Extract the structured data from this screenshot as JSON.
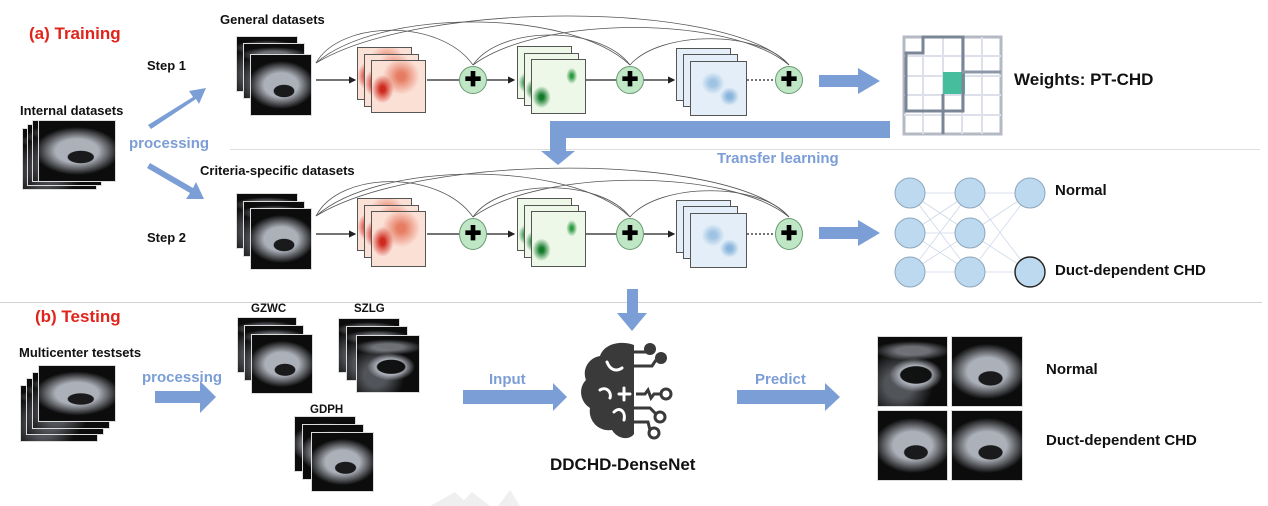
{
  "sections": {
    "training": "(a) Training",
    "testing": "(b) Testing"
  },
  "training": {
    "internal_datasets": "Internal datasets",
    "processing": "processing",
    "step1": "Step 1",
    "step2": "Step 2",
    "general_datasets": "General datasets",
    "criteria_datasets": "Criteria-specific datasets",
    "weights_label": "Weights: PT-CHD",
    "transfer_learning": "Transfer learning",
    "outputs": [
      "Normal",
      "Duct-dependent CHD"
    ]
  },
  "testing": {
    "multicenter": "Multicenter testsets",
    "processing": "processing",
    "centers": [
      "GZWC",
      "SZLG",
      "GDPH"
    ],
    "input": "Input",
    "model_name": "DDCHD-DenseNet",
    "predict": "Predict",
    "outputs": [
      "Normal",
      "Duct-dependent CHD"
    ]
  },
  "colors": {
    "section_title": "#e0241b",
    "arrow_blue": "#7c9ed6",
    "plus_node": "#bfe7c6",
    "weights_highlight": "#46be9e",
    "nn_node": "#bcd9ef"
  }
}
